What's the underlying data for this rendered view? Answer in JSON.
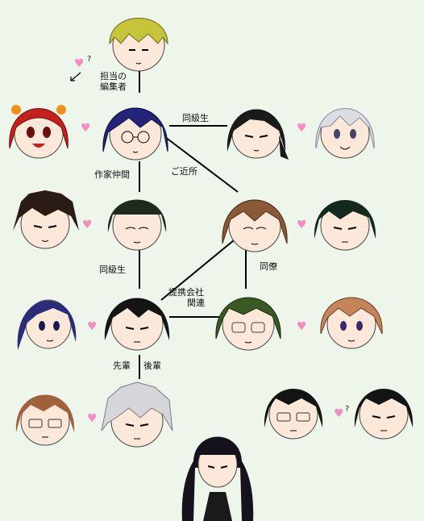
{
  "colors": {
    "background": "#eef6ec",
    "heart": "#f48cc4",
    "line": "#000000"
  },
  "labels": {
    "editor_line1": "担当の",
    "editor_line2": "編集者",
    "classmate_top": "同級生",
    "neighbor": "ご近所",
    "writer_friend": "作家仲間",
    "classmate_mid": "同級生",
    "colleague": "同僚",
    "partner_line1": "提携会社",
    "partner_line2": "関連",
    "senpai": "先輩",
    "kouhai": "後輩",
    "question": "?"
  },
  "icons": {
    "heart": "♥",
    "arrow": "arrow-icon"
  }
}
